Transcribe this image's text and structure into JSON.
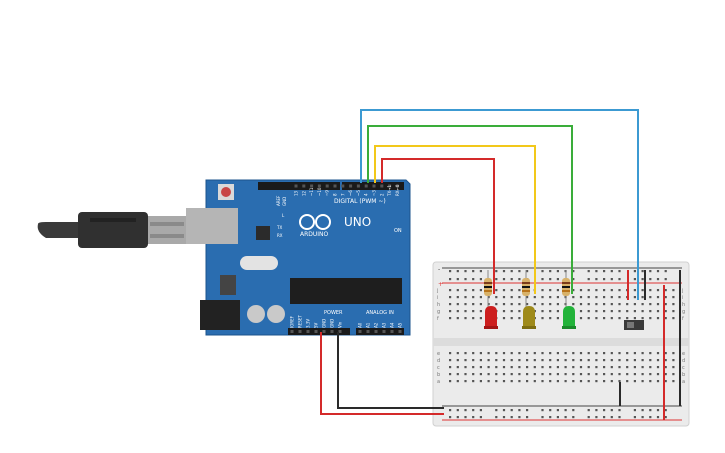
{
  "board": {
    "brand": "ARDUINO",
    "model": "UNO",
    "digital_label": "DIGITAL (PWM ~)",
    "analog_label": "ANALOG IN",
    "power_label": "POWER",
    "on_label": "ON",
    "l_label": "L",
    "tx_label": "TX",
    "rx_label": "RX",
    "aref_label": "AREF",
    "gnd_label": "GND",
    "digital_pins": [
      "13",
      "12",
      "~11",
      "~10",
      "~9",
      "8",
      "7",
      "~6",
      "~5",
      "4",
      "~3",
      "2",
      "TX→1",
      "RX←0"
    ],
    "power_pins": [
      "IOREF",
      "RESET",
      "3.3V",
      "5V",
      "GND",
      "GND",
      "Vin"
    ],
    "analog_pins": [
      "A0",
      "A1",
      "A2",
      "A3",
      "A4",
      "A5"
    ],
    "board_color": "#2a6db0"
  },
  "breadboard": {
    "columns": 30,
    "row_letters_top": [
      "j",
      "i",
      "h",
      "g",
      "f"
    ],
    "row_letters_bottom": [
      "e",
      "d",
      "c",
      "b",
      "a"
    ],
    "plus": "+",
    "minus": "-"
  },
  "components": {
    "leds": [
      {
        "color": "#d21f1f",
        "name": "red"
      },
      {
        "color": "#9c8a1a",
        "name": "yellow"
      },
      {
        "color": "#22b33a",
        "name": "green"
      }
    ],
    "wire_colors": {
      "red": "#d42a2a",
      "yellow": "#f2c81a",
      "green": "#3aad3a",
      "blue": "#3c9ad2",
      "black": "#2a2a2a"
    }
  }
}
